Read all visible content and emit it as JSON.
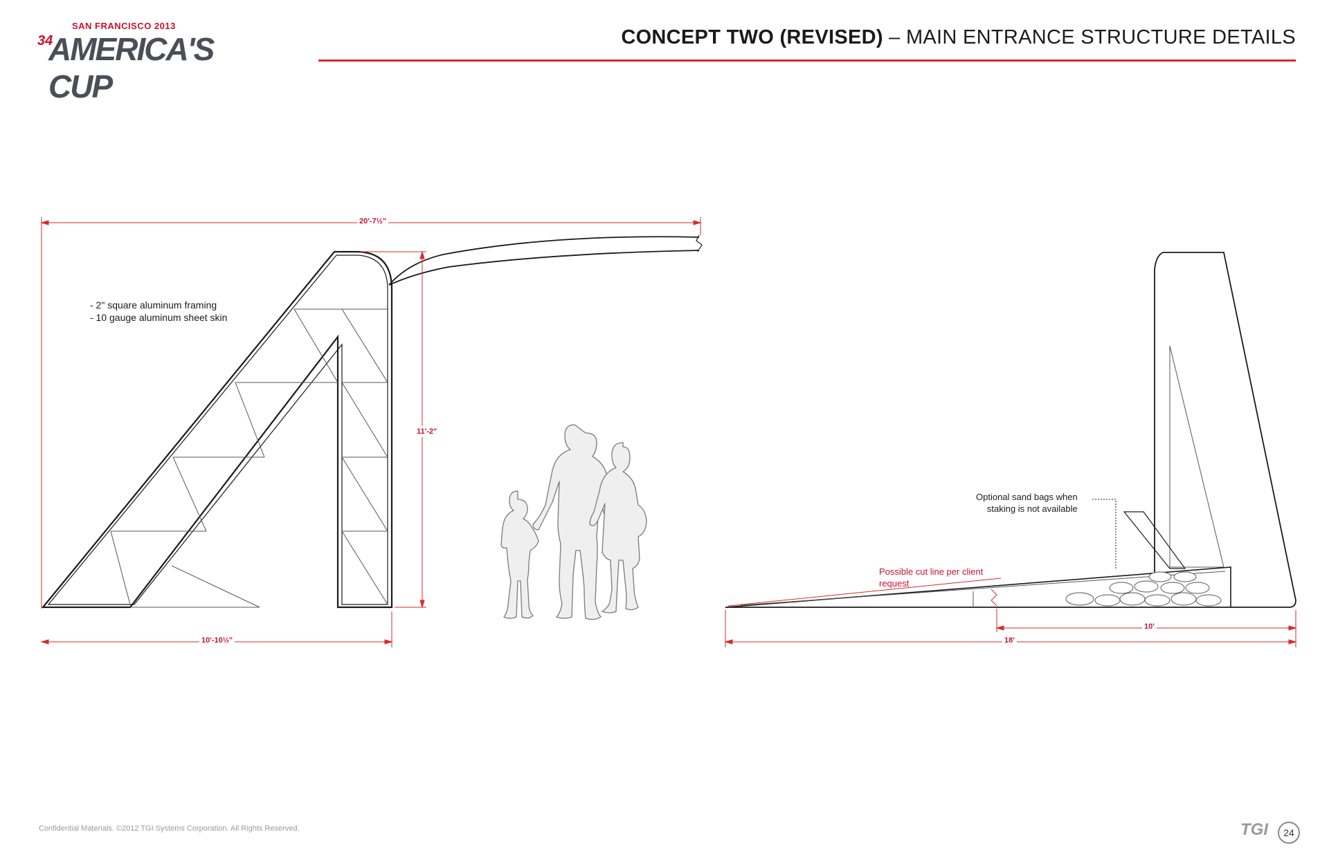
{
  "header": {
    "logo": {
      "top_text": "SAN FRANCISCO 2013",
      "number": "34",
      "wordmark": "AMERICA'S CUP"
    },
    "title_bold": "CONCEPT TWO (REVISED)",
    "title_rest": " – MAIN ENTRANCE STRUCTURE DETAILS"
  },
  "left_elevation": {
    "notes": [
      "- 2\" square aluminum framing",
      "- 10 gauge aluminum sheet skin"
    ],
    "dims": {
      "overall_width": "20'-7½\"",
      "height": "11'-2\"",
      "base_width": "10'-10½\""
    }
  },
  "right_elevation": {
    "note_sandbags": [
      "Optional sand bags when",
      "staking is not available"
    ],
    "note_cutline": [
      "Possible cut line per client",
      "request"
    ],
    "dims": {
      "inner": "10'",
      "overall": "18'"
    }
  },
  "footer": {
    "confidential": "Confidential Materials. ©2012 TGI Systems Corporation.  All Rights Reserved.",
    "brand": "TGI",
    "page": "24"
  },
  "colors": {
    "accent": "#d62b2b",
    "line": "#1a1a1a",
    "figure": "#efefef"
  }
}
